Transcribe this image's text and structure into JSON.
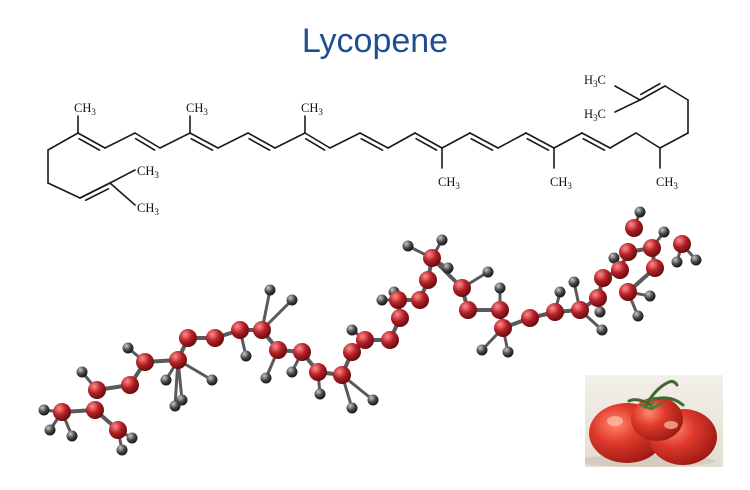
{
  "title": "Lycopene",
  "colors": {
    "title": "#1f4f93",
    "bond": "#1a1a1a",
    "carbon_atom": "#b51f26",
    "hydrogen_atom": "#444444",
    "model_bond": "#5a5a5a",
    "tomato": "#d8352a"
  },
  "methyl_labels": {
    "main": "CH",
    "subscript": "3"
  },
  "terminal_labels": {
    "h": "H",
    "subscript": "3",
    "c": "C"
  },
  "photo": {
    "icon": "tomato-icon"
  }
}
